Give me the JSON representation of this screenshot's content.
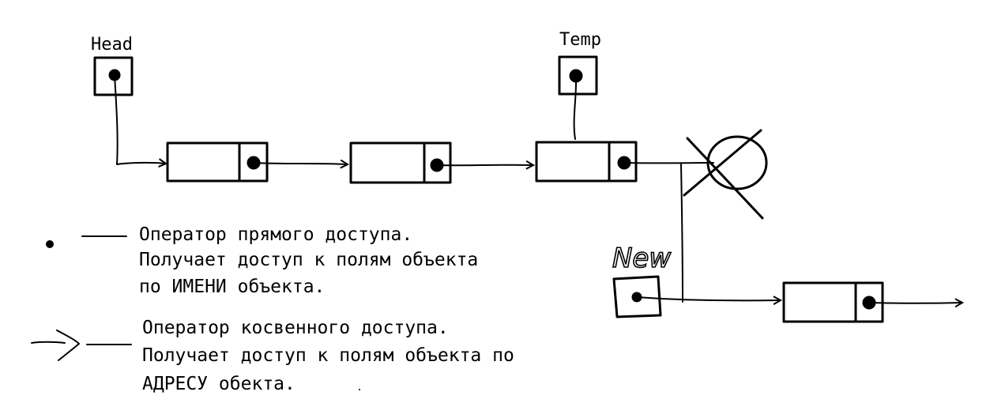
{
  "labels": {
    "head": "Head",
    "temp": "Temp",
    "new": "New"
  },
  "legend": {
    "direct": {
      "symbol": "•",
      "lines": [
        "Оператор прямого доступа.",
        "Получает доступ к полям объекта",
        "по ИМЕНИ объекта."
      ]
    },
    "indirect": {
      "symbol": "->",
      "lines": [
        "Оператор косвенного доступа.",
        "Получает доступ к полям объекта по",
        "АДРЕСУ обекта."
      ]
    }
  },
  "colors": {
    "ink": "#000000",
    "background": "#ffffff"
  }
}
